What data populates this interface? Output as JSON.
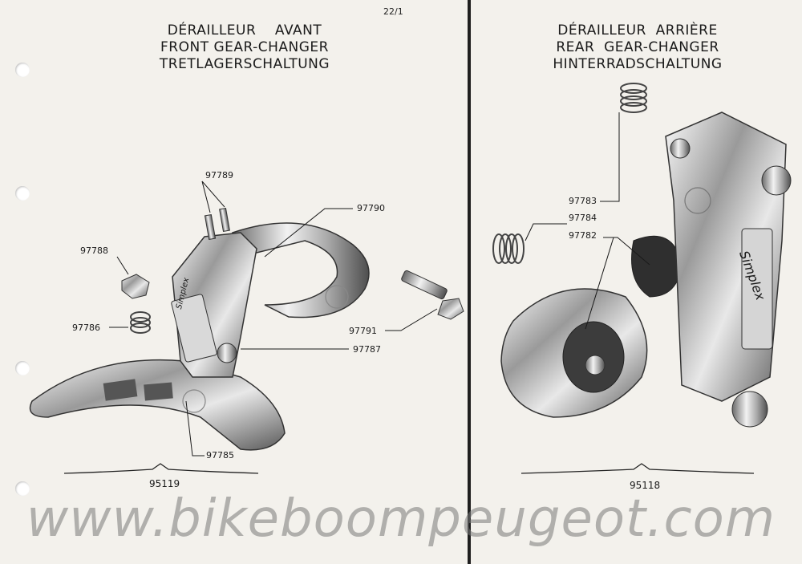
{
  "page_number": "22/1",
  "left": {
    "title_lines": [
      "DÉRAILLEUR    AVANT",
      "FRONT GEAR-CHANGER",
      "TRETLAGERSCHALTUNG"
    ],
    "assembly_number": "95119",
    "brand": "Simplex",
    "parts": [
      "97789",
      "97790",
      "97788",
      "97786",
      "97791",
      "97787",
      "97785"
    ]
  },
  "right": {
    "title_lines": [
      "DÉRAILLEUR  ARRIÈRE",
      "REAR  GEAR-CHANGER",
      "HINTERRADSCHALTUNG"
    ],
    "assembly_number": "95118",
    "brand": "Simplex",
    "parts": [
      "97783",
      "97784",
      "97782"
    ]
  },
  "watermark": "www.bikeboompeugeot.com",
  "colors": {
    "paper": "#f3f1ec",
    "ink": "#1a1a1a",
    "spine": "#1f1f1f",
    "watermark": "#8a8a8a"
  }
}
